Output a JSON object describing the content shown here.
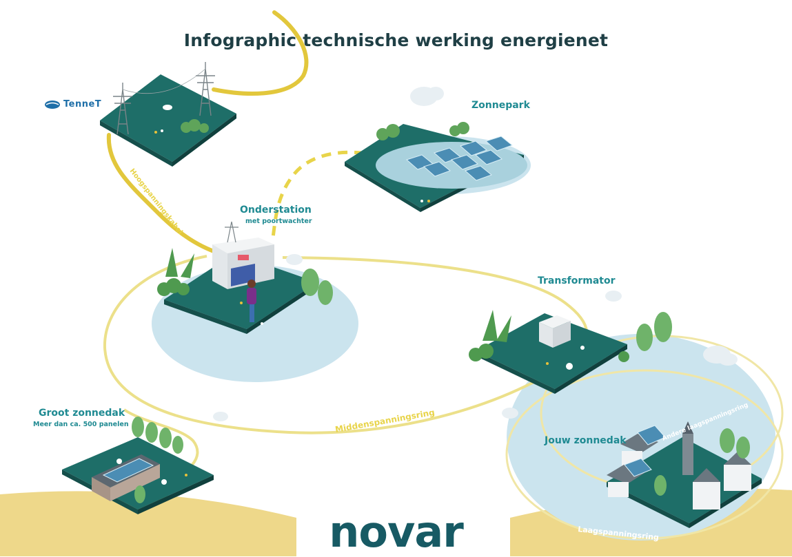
{
  "title": "Infographic technische werking energienet",
  "brand": "novar",
  "tennet_logo": "TenneT",
  "labels": {
    "zonnepark": "Zonnepark",
    "onderstation": "Onderstation",
    "onderstation_sub": "met poortwachter",
    "transformator": "Transformator",
    "groot_zonnedak": "Groot zonnedak",
    "groot_zonnedak_sub": "Meer dan ca. 500 panelen",
    "jouw_zonnedak": "Jouw zonnedak"
  },
  "cables": {
    "hoogspanning": "Hoogspanningskabel",
    "middenspanning": "Middenspanningsring",
    "laagspanning": "Laagspanningsring",
    "laagspanning_extra": "Andere laagspanningsring"
  },
  "colors": {
    "title": "#1f3f45",
    "label": "#1f8a92",
    "tile": "#1e6e68",
    "tile_side": "#154f4b",
    "water": "#cbe4ee",
    "cable": "#e8d44a",
    "cable_light": "#efe39a",
    "sand": "#eed88a",
    "brand": "#175a64"
  }
}
